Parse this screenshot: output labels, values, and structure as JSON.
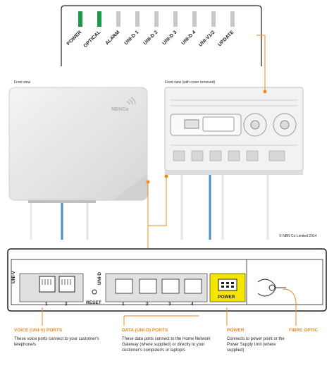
{
  "indicator_panel": {
    "leds": [
      {
        "label": "POWER",
        "lit": true
      },
      {
        "label": "OPTICAL",
        "lit": true
      },
      {
        "label": "ALARM",
        "lit": false
      },
      {
        "label": "UNI-D 1",
        "lit": false
      },
      {
        "label": "UNI-D 2",
        "lit": false
      },
      {
        "label": "UNI-D 3",
        "lit": false
      },
      {
        "label": "UNI-D 4",
        "lit": false
      },
      {
        "label": "UNI-V1/2",
        "lit": false
      },
      {
        "label": "UPDATE",
        "lit": false
      }
    ]
  },
  "front_view": {
    "caption": "Front view",
    "logo_text": "NBNCo"
  },
  "front_view_open": {
    "caption": "Front view (with cover removed)"
  },
  "copyright": "© NBN Co Limited 2014",
  "bottom_panel": {
    "uniV_label": "UNI-V",
    "uniV_ports": [
      "1",
      "2"
    ],
    "reset_label": "RESET",
    "uniD_label": "UNI-D",
    "uniD_ports": [
      "1",
      "2",
      "3",
      "4"
    ],
    "power_label": "POWER"
  },
  "callouts": {
    "voice": {
      "title": "VOICE (UNI-V) PORTS",
      "text": "These voice ports connect to your customer's telephone/s"
    },
    "data": {
      "title": "DATA (UNI-D) PORTS",
      "text": "These data ports connect to the Home Network Gateway (where supplied) or directly to your customer's computer/s or laptop/s"
    },
    "power": {
      "title": "POWER",
      "text": "Connects to power point or the Power Supply Unit (where supplied)"
    },
    "fibre": {
      "title": "FIBRE OPTIC"
    }
  },
  "colors": {
    "accent": "#f08a1c",
    "led_on": "#1a9a4a",
    "led_off": "#c8c8c8",
    "cable_blue": "#4a8fc8",
    "power_port": "#f5e600"
  }
}
